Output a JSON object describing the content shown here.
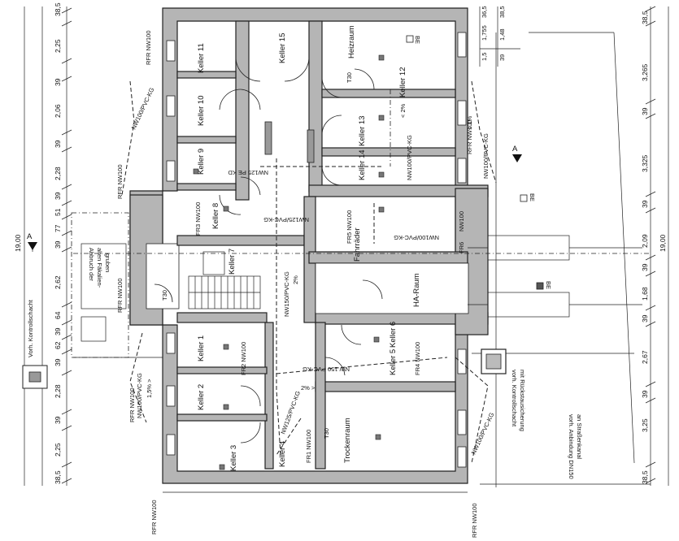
{
  "rooms": {
    "keller11": "Keller 11",
    "keller15": "Keller 15",
    "heizraum": "Heizraum",
    "keller10": "Keller 10",
    "keller12": "Keller 12",
    "keller9": "Keller 9",
    "keller13": "Keller 13",
    "keller14": "Keller 14",
    "keller8": "Keller 8",
    "keller7": "Keller 7",
    "keller1": "Keller 1",
    "keller2": "Keller 2",
    "keller3": "Keller 3",
    "keller4": "Keller 4",
    "keller5": "Keller 5",
    "keller6": "Keller 6",
    "trockenraum": "Trockenraum",
    "ha_raum": "HA-Raum",
    "fahrraeder": "Fahrräder"
  },
  "labels": {
    "vorh_kontrollschacht": "Vorh. Kontrollschacht",
    "abbruch": [
      "Abbruch der",
      "alten Fäkalien-",
      "gruben"
    ],
    "vorh_kontrollschacht_rueck": [
      "vorh. Kontrollschacht",
      "mit Rückstausicherung"
    ],
    "vorh_anbindung": [
      "vorh. Anbindung DN150",
      "an Straßenkanal"
    ],
    "be": "BE",
    "t30": "T30",
    "section_a": "A"
  },
  "pipes": {
    "rfr_nw100": "RFR NW100",
    "nw100_pvc_kg": "NW100/PVC-KG",
    "nw125_pvc_kg": "NW125/PVC-KG",
    "nw150_pvc_kg": "NW150/PVC-KG",
    "nw125_pe_kd": "NW125 PE KD",
    "nw150_pvc_kg_short": "NW 150 PVC-KG",
    "nw125_pvc_kg_short": "NW125/PVC-KG",
    "nw100_gr": "NW100",
    "fr1": "FR1 NW100",
    "fr2": "FR2 NW100",
    "fr3": "FR3 NW100",
    "fr4": "FR4 NW100",
    "fr5": "FR5 NW100",
    "fr6": "FR6",
    "slope_2": "< 2%",
    "slope_1": "< 1%",
    "slope_15": "1,5% >",
    "slope_2r": "2% >",
    "slope_2b": "2%"
  },
  "dims_left": [
    "38,5",
    "2,25",
    "39",
    "2,06",
    "39",
    "2,28",
    "39",
    "51",
    "77",
    "39",
    "2,62",
    "64",
    "39",
    "62",
    "39",
    "2,28",
    "39",
    "2,25",
    "38,5"
  ],
  "dim_left_total": "19,00",
  "dims_right": [
    "38,5",
    "3,265",
    "39",
    "3,325",
    "39",
    "2,09",
    "39",
    "1,68",
    "39",
    "2,67",
    "39",
    "3,25",
    "38,5"
  ],
  "dim_right_total": "19,00",
  "dims_top_right": [
    "1,5",
    "1,755",
    "36,5",
    "39",
    "1,48",
    "38,5"
  ]
}
